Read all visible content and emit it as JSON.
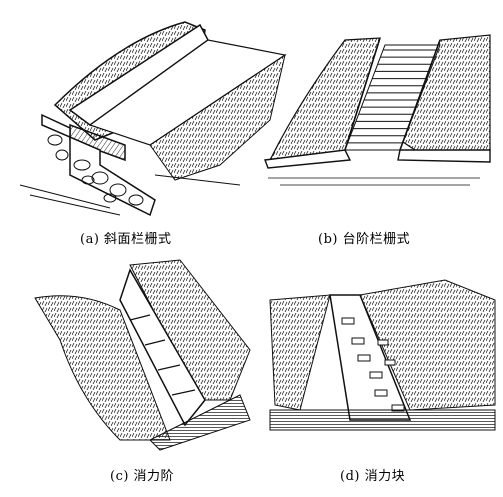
{
  "figure": {
    "panels": [
      {
        "id": "a",
        "caption": "(a) 斜面栏栅式"
      },
      {
        "id": "b",
        "caption": "(b) 台阶栏栅式"
      },
      {
        "id": "c",
        "caption": "(c) 消力阶"
      },
      {
        "id": "d",
        "caption": "(d) 消力块"
      }
    ]
  }
}
